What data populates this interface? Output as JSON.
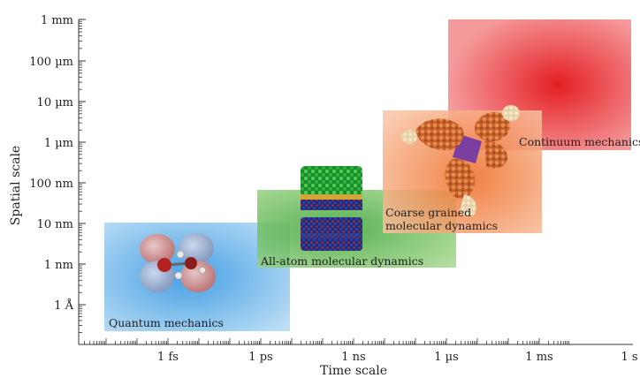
{
  "axes": {
    "x_label": "Time scale",
    "y_label": "Spatial scale",
    "x_ticks": [
      "1 fs",
      "1 ps",
      "1 ns",
      "1 µs",
      "1 ms",
      "1 s"
    ],
    "y_ticks": [
      "1 mm",
      "100 µm",
      "10 µm",
      "1 µm",
      "100 nm",
      "10 nm",
      "1 nm",
      "1 Å"
    ]
  },
  "regions": {
    "quantum": "Quantum mechanics",
    "allatom": "All-atom molecular dynamics",
    "coarse_line1": "Coarse grained",
    "coarse_line2": "molecular dynamics",
    "continuum": "Continuum mechanics"
  },
  "colors": {
    "quantum": "#6fb6e8",
    "allatom": "#6cc24a",
    "coarse": "#f0834a",
    "continuum": "#e8383a"
  },
  "icons": [
    "water-molecule-icon",
    "lipid-bilayer-icon",
    "protein-complex-icon"
  ]
}
